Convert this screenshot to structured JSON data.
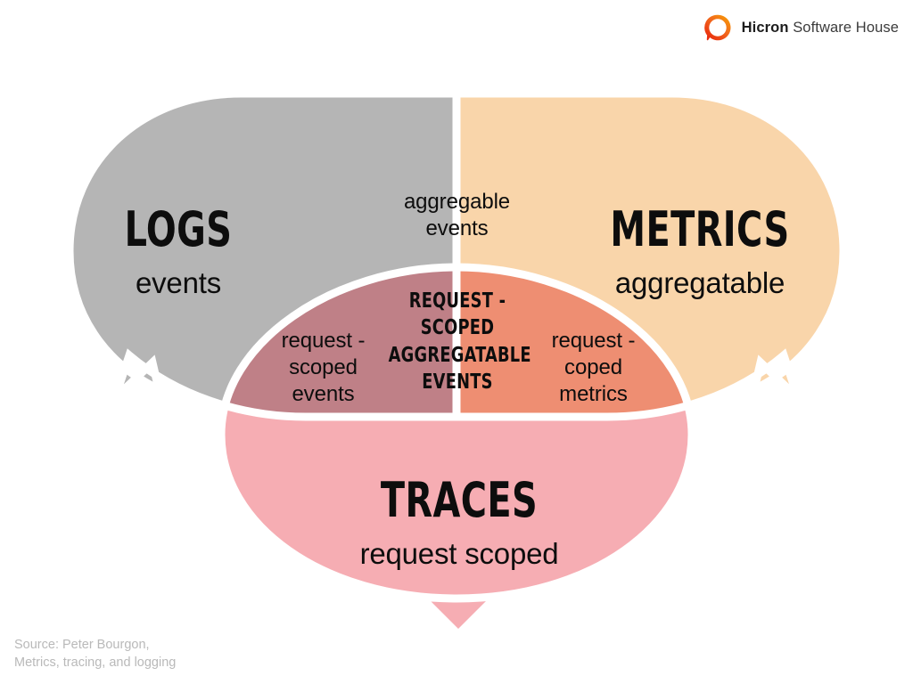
{
  "brand": {
    "logo_icon": "hicron-ring-logo",
    "name_bold": "Hicron",
    "name_rest": " Software House",
    "ring_gradient_from": "#F5A623",
    "ring_gradient_to": "#E8240C"
  },
  "diagram": {
    "type": "venn",
    "sets": [
      {
        "id": "logs",
        "title": "LOGS",
        "subtitle": "events",
        "color": "#B5B5B5",
        "tail": "down-left"
      },
      {
        "id": "metrics",
        "title": "METRICS",
        "subtitle": "aggregatable",
        "color": "#F9D5AA",
        "tail": "down-right"
      },
      {
        "id": "traces",
        "title": "TRACES",
        "subtitle": "request scoped",
        "color": "#F6ADB3",
        "tail": "down-center"
      }
    ],
    "overlaps": [
      {
        "id": "logs-metrics",
        "label": "aggregable\nevents",
        "color": "#C6A175"
      },
      {
        "id": "logs-traces",
        "label": "request -\nscoped\nevents",
        "color": "#BF8087"
      },
      {
        "id": "metrics-traces",
        "label": "request -\ncoped\nmetrics",
        "color": "#EE8E72"
      },
      {
        "id": "all-three",
        "label": "REQUEST - SCOPED\nAGGREGATABLE\nEVENTS",
        "color": "#D4694C"
      }
    ],
    "separator_color": "#FFFFFF",
    "background": "#FFFFFF"
  },
  "source": {
    "text": "Source: Peter Bourgon,\nMetrics, tracing, and logging"
  }
}
